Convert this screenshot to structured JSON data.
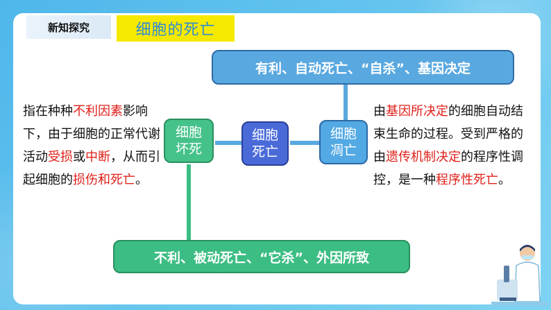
{
  "header": {
    "section_tag": "新知探究",
    "title": "细胞的死亡"
  },
  "diagram": {
    "top_box": "有利、自动死亡、“自杀”、基因决定",
    "bottom_box": "不利、被动死亡、“它杀”、外因所致",
    "necrosis": [
      "细胞",
      "坏死"
    ],
    "death": [
      "细胞",
      "死亡"
    ],
    "apoptosis": [
      "细胞",
      "凋亡"
    ]
  },
  "left_text": [
    {
      "t": "指在种种",
      "red": false
    },
    {
      "t": "不利因素",
      "red": true
    },
    {
      "t": "影响下，由于细胞的正常代谢活动",
      "red": false
    },
    {
      "t": "受损",
      "red": true
    },
    {
      "t": "或",
      "red": false
    },
    {
      "t": "中断",
      "red": true
    },
    {
      "t": "，从而引起细胞的",
      "red": false
    },
    {
      "t": "损伤和死亡",
      "red": true
    },
    {
      "t": "。",
      "red": false
    }
  ],
  "right_text": [
    {
      "t": "由",
      "red": false
    },
    {
      "t": "基因所决定",
      "red": true
    },
    {
      "t": "的细胞自动结束生命的过程。受到严格的由",
      "red": false
    },
    {
      "t": "遗传机制决定",
      "red": true
    },
    {
      "t": "的程序性调控，是一种",
      "red": false
    },
    {
      "t": "程序性死亡",
      "red": true
    },
    {
      "t": "。",
      "red": false
    }
  ],
  "colors": {
    "background": "#5fc3ee",
    "title_bg": "#f6e900",
    "title_text": "#2e8bd6",
    "favorable": "#59a8e0",
    "unfavorable": "#3cbd83",
    "death_node": "#4a6ad8",
    "highlight": "#e0201a"
  },
  "icons": {
    "illustration": "scientist-with-microscope-icon"
  }
}
